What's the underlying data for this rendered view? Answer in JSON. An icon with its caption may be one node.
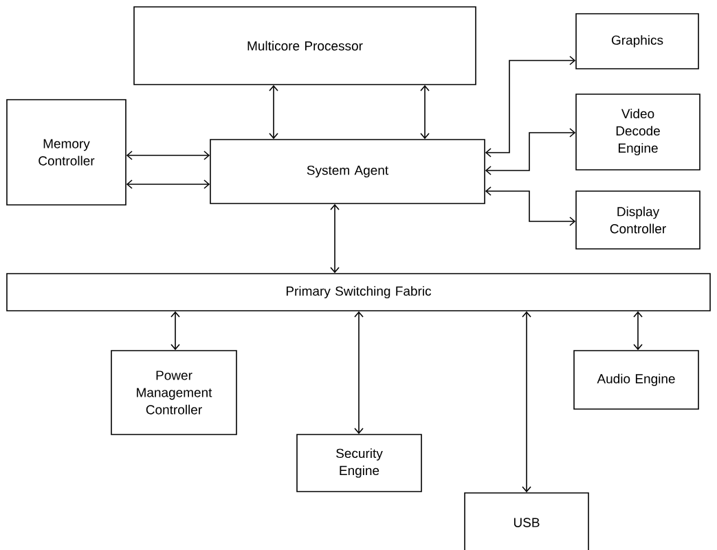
{
  "diagram": {
    "nodes": [
      {
        "text": [
          "Multicore Processor"
        ]
      },
      {
        "text": [
          "Graphics"
        ]
      },
      {
        "text": [
          "Memory Controller"
        ]
      },
      {
        "text": [
          "System Agent"
        ]
      },
      {
        "text": [
          "Video Decode Engine"
        ]
      },
      {
        "text": [
          "Display Controller"
        ]
      },
      {
        "text": [
          "Primary Switching Fabric"
        ]
      },
      {
        "text": [
          "Power Management Controller"
        ]
      },
      {
        "text": [
          "Audio Engine"
        ]
      },
      {
        "text": [
          "Security Engine"
        ]
      },
      {
        "text": [
          "USB"
        ]
      }
    ],
    "edges": [
      {
        "from": 0,
        "to": 3,
        "arrow": "both"
      },
      {
        "from": 0,
        "to": 3,
        "arrow": "both"
      },
      {
        "from": 2,
        "to": 3,
        "arrow": "both"
      },
      {
        "from": 2,
        "to": 3,
        "arrow": "both"
      },
      {
        "from": 3,
        "to": 1,
        "arrow": "both"
      },
      {
        "from": 3,
        "to": 4,
        "arrow": "both"
      },
      {
        "from": 3,
        "to": 5,
        "arrow": "both"
      },
      {
        "from": 3,
        "to": 6,
        "arrow": "both"
      },
      {
        "from": 6,
        "to": 7,
        "arrow": "both"
      },
      {
        "from": 6,
        "to": 9,
        "arrow": "both"
      },
      {
        "from": 6,
        "to": 10,
        "arrow": "both"
      },
      {
        "from": 6,
        "to": 8,
        "arrow": "both"
      }
    ]
  }
}
